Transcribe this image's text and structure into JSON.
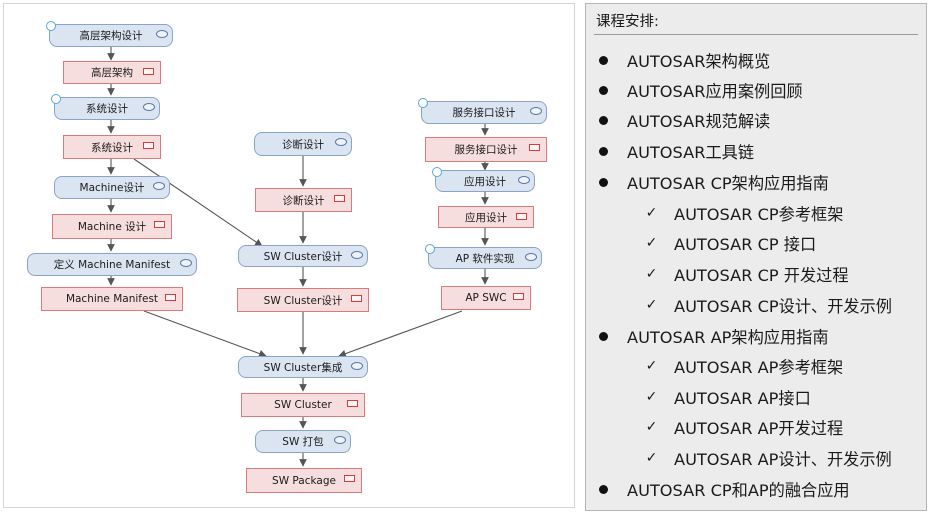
{
  "workflow": {
    "nodes": {
      "high_level_design_task": "高层架构设计",
      "high_level_arch_artifact": "高层架构",
      "system_design_task": "系统设计",
      "system_design_artifact": "系统设计",
      "machine_design_task": "Machine设计",
      "machine_design_artifact": "Machine 设计",
      "define_manifest_task": "定义 Machine Manifest",
      "machine_manifest_artifact": "Machine Manifest",
      "diagnostic_design_task": "诊断设计",
      "diagnostic_design_artifact": "诊断设计",
      "sw_cluster_design_task": "SW Cluster设计",
      "sw_cluster_design_artifact": "SW Cluster设计",
      "service_interface_task": "服务接口设计",
      "service_interface_artifact": "服务接口设计",
      "app_design_task": "应用设计",
      "app_design_artifact": "应用设计",
      "ap_sw_impl_task": "AP 软件实现",
      "ap_swc_artifact": "AP SWC",
      "sw_cluster_integration_task": "SW Cluster集成",
      "sw_cluster_artifact": "SW  Cluster",
      "sw_package_task": "SW 打包",
      "sw_package_artifact": "SW Package"
    }
  },
  "course": {
    "title": "课程安排:",
    "items": [
      {
        "level": 1,
        "text": "AUTOSAR架构概览"
      },
      {
        "level": 1,
        "text": "AUTOSAR应用案例回顾"
      },
      {
        "level": 1,
        "text": "AUTOSAR规范解读"
      },
      {
        "level": 1,
        "text": "AUTOSAR工具链"
      },
      {
        "level": 1,
        "text": "AUTOSAR CP架构应用指南"
      },
      {
        "level": 2,
        "text": "AUTOSAR CP参考框架"
      },
      {
        "level": 2,
        "text": "AUTOSAR CP 接口"
      },
      {
        "level": 2,
        "text": "AUTOSAR CP 开发过程"
      },
      {
        "level": 2,
        "text": "AUTOSAR CP设计、开发示例"
      },
      {
        "level": 1,
        "text": "AUTOSAR AP架构应用指南"
      },
      {
        "level": 2,
        "text": "AUTOSAR AP参考框架"
      },
      {
        "level": 2,
        "text": "AUTOSAR AP接口"
      },
      {
        "level": 2,
        "text": "AUTOSAR AP开发过程"
      },
      {
        "level": 2,
        "text": "AUTOSAR AP设计、开发示例"
      },
      {
        "level": 1,
        "text": "AUTOSAR CP和AP的融合应用"
      }
    ]
  },
  "colors": {
    "task_fill": "#dbe5f2",
    "task_border": "#8aa3c6",
    "artifact_fill": "#f7dede",
    "artifact_border": "#d97b7b",
    "arrow": "#555555",
    "panel_bg": "#ececec"
  },
  "icons": {
    "bullet": "filled-circle-bullet-icon",
    "check": "checkmark-icon",
    "task_marker": "task-oval-icon",
    "artifact_marker": "artifact-rect-icon",
    "start_marker": "start-circle-icon"
  }
}
